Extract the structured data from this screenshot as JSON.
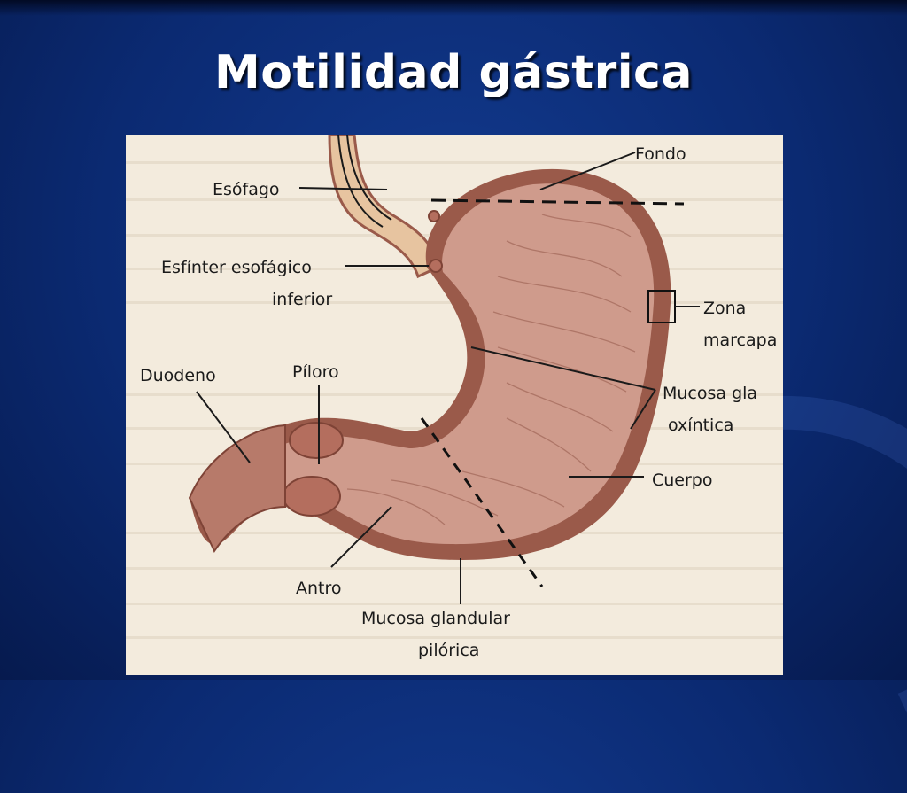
{
  "slide": {
    "title": "Motilidad gástrica"
  },
  "diagram": {
    "labels": {
      "fondo": "Fondo",
      "esofago": "Esófago",
      "esfinter_line1": "Esfínter esofágico",
      "esfinter_line2": "inferior",
      "zona_line1": "Zona",
      "zona_line2": "marcapa",
      "duodeno": "Duodeno",
      "piloro": "Píloro",
      "mucosa_oxintica_line1": "Mucosa gla",
      "mucosa_oxintica_line2": "oxíntica",
      "cuerpo": "Cuerpo",
      "antro": "Antro",
      "mucosa_pilorica_line1": "Mucosa glandular",
      "mucosa_pilorica_line2": "pilórica"
    },
    "colors": {
      "background": "#f3ebdd",
      "stomach_wall": "#9a5a4a",
      "mucosa": "#cf9b8c",
      "esophagus": "#e7c4a0"
    }
  }
}
